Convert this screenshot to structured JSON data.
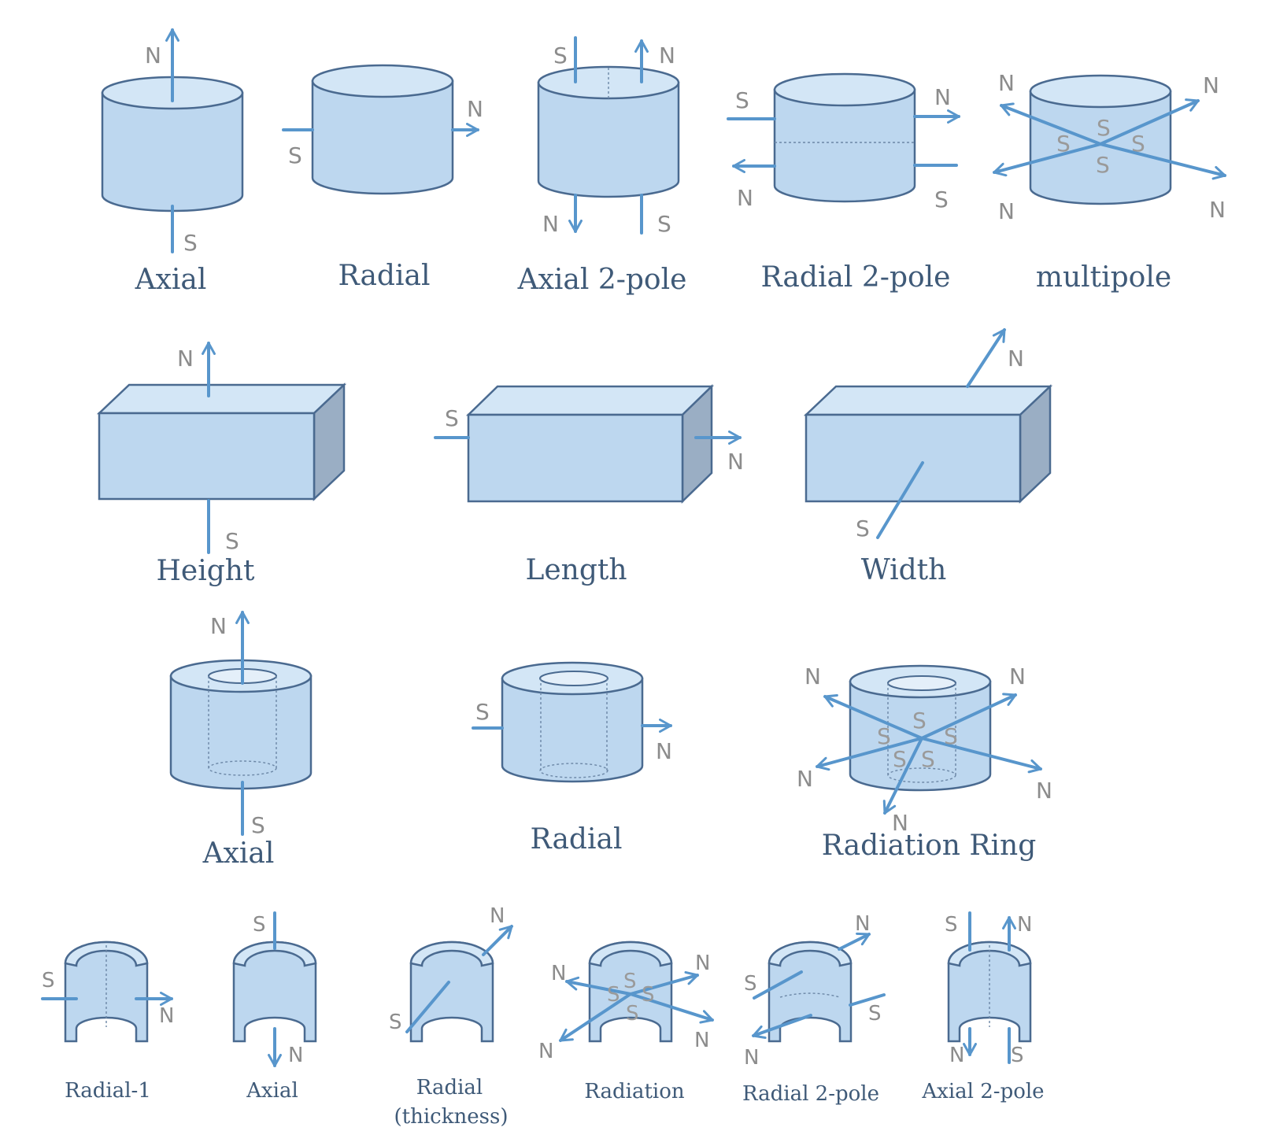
{
  "rows": [
    {
      "name": "cylinder",
      "labels": [
        "Axial",
        "Radial",
        "Axial 2-pole",
        "Radial  2-pole",
        "multipole"
      ]
    },
    {
      "name": "block",
      "labels": [
        "Height",
        "Length",
        "Width"
      ]
    },
    {
      "name": "ring",
      "labels": [
        "Axial",
        "Radial",
        "Radiation Ring"
      ]
    },
    {
      "name": "arc",
      "labels": [
        "Radial-1",
        "Axial",
        "Radial",
        "(thickness)",
        "Radiation",
        "Radial 2-pole",
        "Axial 2-pole"
      ]
    }
  ],
  "poles": {
    "north": "N",
    "south": "S"
  },
  "colors": {
    "magnet_fill": "#bdd7ef",
    "magnet_top": "#d3e6f6",
    "magnet_shade": "#9aaec4",
    "outline": "#4a6a90",
    "field_arrow": "#5896cc",
    "pole_text": "#8c8c8c",
    "label_text": "#3f5a78"
  }
}
